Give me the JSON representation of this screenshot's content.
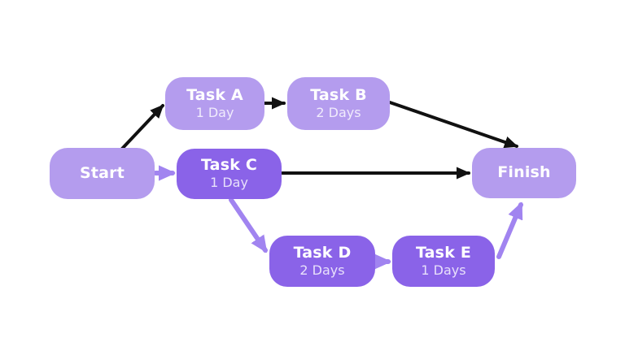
{
  "diagram": {
    "type": "project-network-diagram",
    "background": "#ffffff",
    "colors": {
      "node_light": "#b49cee",
      "node_dark": "#8a63e8",
      "edge_black": "#111111",
      "edge_purple": "#a184f0",
      "text": "#ffffff"
    },
    "nodes": [
      {
        "id": "start",
        "label": "Start",
        "sublabel": "",
        "variant": "light"
      },
      {
        "id": "task-a",
        "label": "Task A",
        "sublabel": "1 Day",
        "variant": "light"
      },
      {
        "id": "task-b",
        "label": "Task B",
        "sublabel": "2 Days",
        "variant": "light"
      },
      {
        "id": "task-c",
        "label": "Task C",
        "sublabel": "1 Day",
        "variant": "dark"
      },
      {
        "id": "task-d",
        "label": "Task D",
        "sublabel": "2 Days",
        "variant": "dark"
      },
      {
        "id": "task-e",
        "label": "Task E",
        "sublabel": "1 Days",
        "variant": "dark"
      },
      {
        "id": "finish",
        "label": "Finish",
        "sublabel": "",
        "variant": "light"
      }
    ],
    "edges": [
      {
        "from": "start",
        "to": "task-a",
        "color": "black"
      },
      {
        "from": "task-a",
        "to": "task-b",
        "color": "black"
      },
      {
        "from": "task-b",
        "to": "finish",
        "color": "black"
      },
      {
        "from": "start",
        "to": "task-c",
        "color": "purple"
      },
      {
        "from": "task-c",
        "to": "finish",
        "color": "black"
      },
      {
        "from": "task-c",
        "to": "task-d",
        "color": "purple"
      },
      {
        "from": "task-d",
        "to": "task-e",
        "color": "purple"
      },
      {
        "from": "task-e",
        "to": "finish",
        "color": "purple"
      }
    ]
  }
}
